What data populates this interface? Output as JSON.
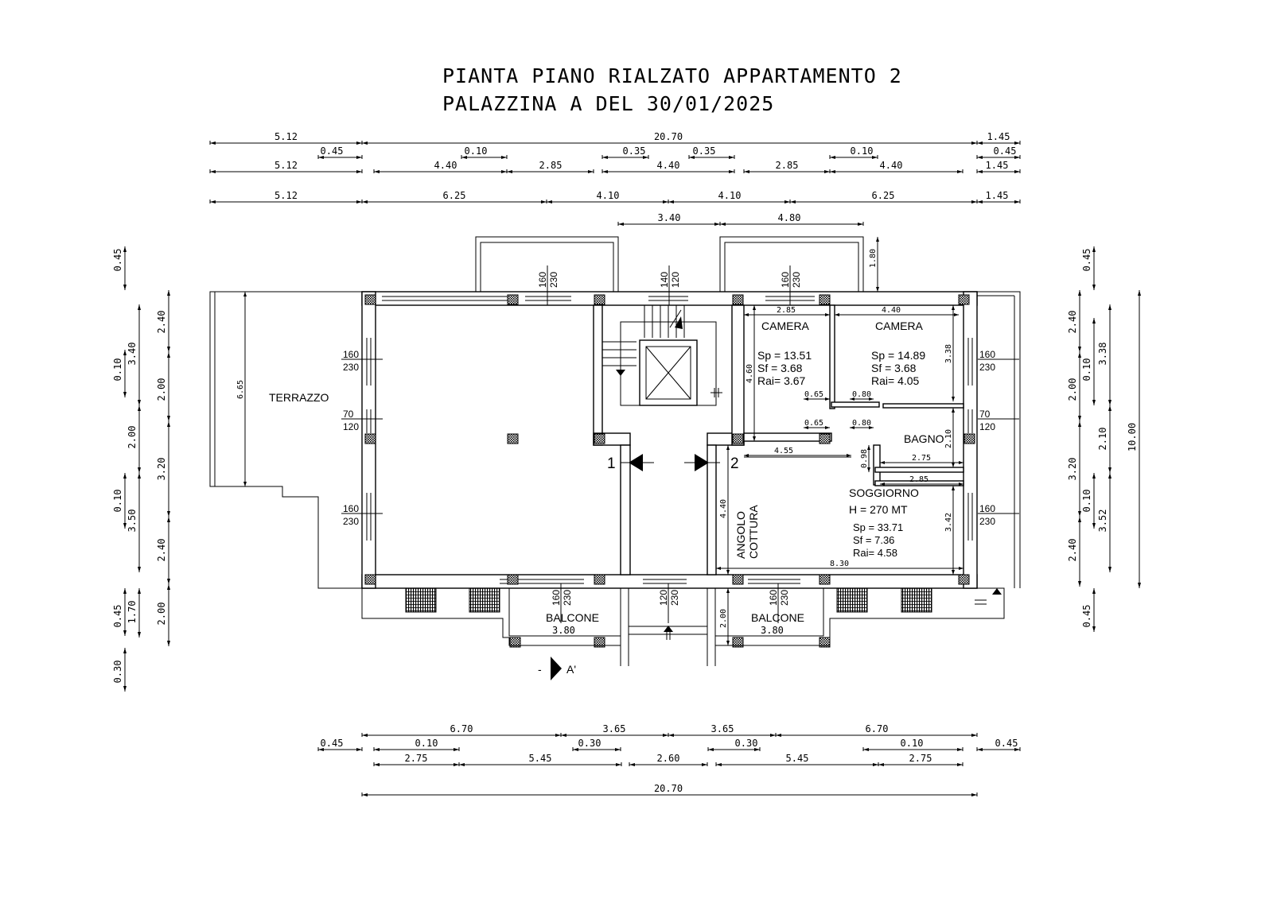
{
  "title": {
    "line1": "PIANTA PIANO RIALZATO APPARTAMENTO 2",
    "line2": "PALAZZINA A DEL 30/01/2025"
  },
  "dims_top": {
    "row1": [
      "5.12",
      "20.70",
      "1.45"
    ],
    "row2": [
      "0.45",
      "0.10",
      "0.35",
      "0.35",
      "0.10",
      "0.45"
    ],
    "row3": [
      "5.12",
      "4.40",
      "2.85",
      "4.40",
      "2.85",
      "4.40",
      "1.45"
    ],
    "row4": [
      "5.12",
      "6.25",
      "4.10",
      "4.10",
      "6.25",
      "1.45"
    ],
    "row5": [
      "3.40",
      "4.80"
    ]
  },
  "dims_bottom": {
    "row1": [
      "6.70",
      "3.65",
      "3.65",
      "6.70"
    ],
    "row2": [
      "0.45",
      "0.10",
      "0.30",
      "0.30",
      "0.10",
      "0.45"
    ],
    "row3": [
      "2.75",
      "5.45",
      "2.60",
      "5.45",
      "2.75"
    ],
    "row4": [
      "20.70"
    ]
  },
  "dims_left": {
    "col1": [
      "0.45",
      "0.10",
      "0.10",
      "0.45",
      "0.30"
    ],
    "col2": [
      "3.40",
      "2.00",
      "3.50",
      "1.70"
    ],
    "col3": [
      "2.40",
      "2.00",
      "3.20",
      "2.40",
      "2.00"
    ]
  },
  "dims_right": {
    "col1": [
      "2.40",
      "2.00",
      "3.20",
      "2.40"
    ],
    "col2": [
      "0.45",
      "0.10",
      "0.10",
      "0.45"
    ],
    "col3": [
      "3.38",
      "2.10",
      "3.52"
    ],
    "col4": [
      "10.00"
    ]
  },
  "openings": {
    "top_left": [
      "160",
      "230"
    ],
    "top_stair": [
      "140",
      "120"
    ],
    "top_right": [
      "160",
      "230"
    ],
    "left_1": [
      "160",
      "230"
    ],
    "left_2": [
      "70",
      "120"
    ],
    "left_3": [
      "160",
      "230"
    ],
    "right_1": [
      "160",
      "230"
    ],
    "right_2": [
      "70",
      "120"
    ],
    "right_3": [
      "160",
      "230"
    ],
    "bottom_left": [
      "160",
      "230"
    ],
    "bottom_mid": [
      "120",
      "230"
    ],
    "bottom_right": [
      "160",
      "230"
    ]
  },
  "rooms": {
    "terrazzo": {
      "name": "TERRAZZO",
      "depth": "6.65"
    },
    "camera1": {
      "name": "CAMERA",
      "width": "2.85",
      "height": "4.60",
      "sp": "Sp = 13.51",
      "sf": "Sf =  3.68",
      "rai": "Rai=  3.67",
      "door_a": "0.65",
      "door_b": "0.80"
    },
    "camera2": {
      "name": "CAMERA",
      "width": "4.40",
      "height": "3.38",
      "sp": "Sp = 14.89",
      "sf": "Sf =  3.68",
      "rai": "Rai=  4.05",
      "door_a": "0.80"
    },
    "bagno": {
      "name": "BAGNO",
      "width": "2.75",
      "height": "2.10",
      "door_a": "0.65",
      "door_b": "0.80",
      "offset": "0.98"
    },
    "corridoio": {
      "width": "4.55"
    },
    "soggiorno": {
      "name": "SOGGIORNO",
      "h": "H = 270 MT",
      "sp": "Sp = 33.71",
      "sf": "Sf =  7.36",
      "rai": "Rai=  4.58",
      "width_top": "2.85",
      "width": "8.30",
      "height": "3.42",
      "kitchen_height": "4.40"
    },
    "angolo_cottura": {
      "line1": "ANGOLO",
      "line2": "COTTURA"
    },
    "balcone_left": {
      "name": "BALCONE",
      "width": "3.80"
    },
    "balcone_right": {
      "name": "BALCONE",
      "width": "3.80",
      "depth": "2.00"
    },
    "balcony_top_right": {
      "depth": "1.80"
    }
  },
  "markers": {
    "section_1": "1",
    "section_2": "2",
    "section_a": "A'",
    "section_a_dash": "-"
  }
}
